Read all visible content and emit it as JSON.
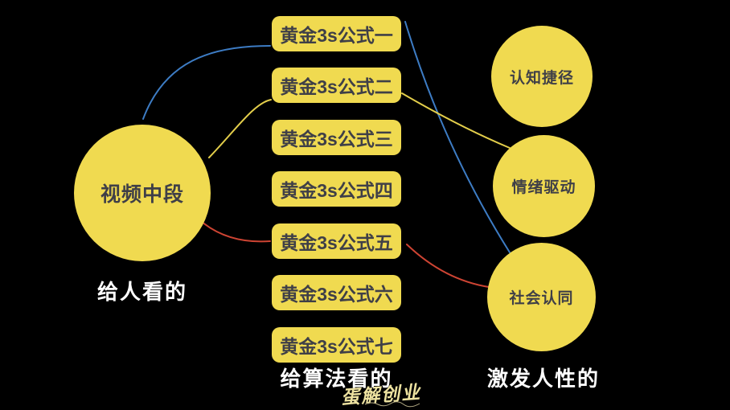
{
  "diagram": {
    "left_node": {
      "label": "视频中段"
    },
    "formula_nodes": [
      {
        "label": "黄金3s公式一"
      },
      {
        "label": "黄金3s公式二"
      },
      {
        "label": "黄金3s公式三"
      },
      {
        "label": "黄金3s公式四"
      },
      {
        "label": "黄金3s公式五"
      },
      {
        "label": "黄金3s公式六"
      },
      {
        "label": "黄金3s公式七"
      }
    ],
    "right_nodes": [
      {
        "label": "认知捷径"
      },
      {
        "label": "情绪驱动"
      },
      {
        "label": "社会认同"
      }
    ],
    "captions": {
      "left": "给人看的",
      "center": "给算法看的",
      "right": "激发人性的"
    },
    "watermark": "蛋解创业",
    "edges": [
      {
        "from": "视频中段",
        "to": "黄金3s公式一",
        "color": "#3D7CC4"
      },
      {
        "from": "视频中段",
        "to": "黄金3s公式二",
        "color": "#E3CE4B"
      },
      {
        "from": "视频中段",
        "to": "黄金3s公式五",
        "color": "#CE4433"
      },
      {
        "from": "黄金3s公式一",
        "to": "社会认同",
        "color": "#3D7CC4"
      },
      {
        "from": "黄金3s公式二",
        "to": "情绪驱动",
        "color": "#E3CE4B"
      },
      {
        "from": "黄金3s公式五",
        "to": "社会认同",
        "color": "#CE4433"
      }
    ],
    "colors": {
      "background": "#000000",
      "node_fill": "#F0DA50",
      "node_text": "#3F3F47",
      "caption_text": "#FFFFFF",
      "edge_blue": "#3D7CC4",
      "edge_yellow": "#E3CE4B",
      "edge_red": "#CE4433"
    }
  }
}
